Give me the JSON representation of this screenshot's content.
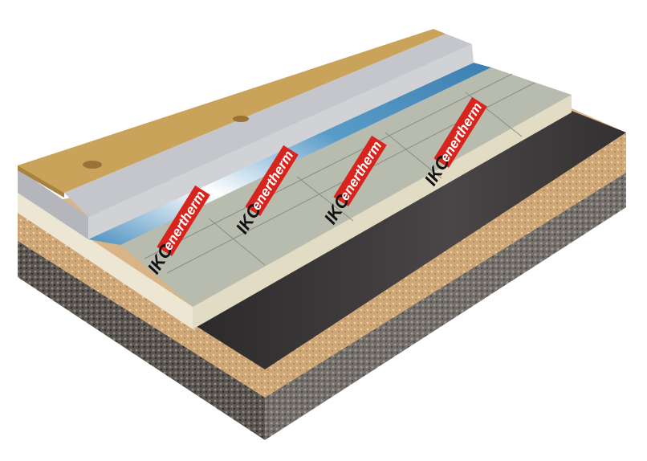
{
  "diagram": {
    "title_hidden": false,
    "layers": [
      {
        "name": "wood-floor-board",
        "color": "#c9a35a"
      },
      {
        "name": "grey-board",
        "color": "#c4c6cc"
      },
      {
        "name": "blue-foil",
        "color": "#5a9cc8"
      },
      {
        "name": "insulation-board",
        "color": "#b8bcae"
      },
      {
        "name": "insulation-edge",
        "color": "#ece6d2"
      },
      {
        "name": "black-membrane",
        "color": "#3e3a3b"
      },
      {
        "name": "sand-screed",
        "color": "#cfa776"
      },
      {
        "name": "gravel-base",
        "color": "#5a5550"
      }
    ],
    "logo": {
      "brand": "IKO",
      "product": "enertherm",
      "red": "#d9231d"
    }
  }
}
